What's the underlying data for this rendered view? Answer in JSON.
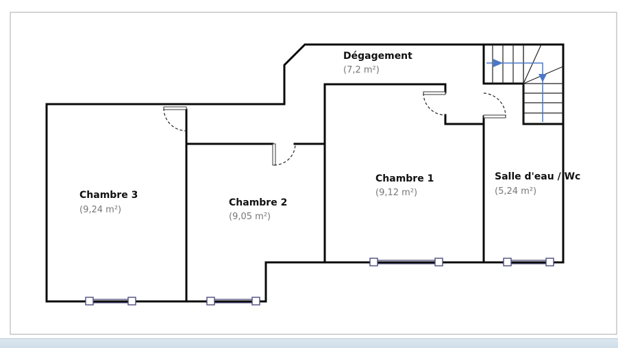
{
  "rooms": [
    {
      "id": "degagement",
      "name": "Dégagement",
      "area": "(7,2 m²)"
    },
    {
      "id": "chambre1",
      "name": "Chambre 1",
      "area": "(9,12 m²)"
    },
    {
      "id": "chambre2",
      "name": "Chambre 2",
      "area": "(9,05 m²)"
    },
    {
      "id": "chambre3",
      "name": "Chambre 3",
      "area": "(9,24 m²)"
    },
    {
      "id": "salle-eau",
      "name": "Salle d'eau / Wc",
      "area": "(5,24 m²)"
    }
  ],
  "colors": {
    "wall": "#0a0a0a",
    "window": "#4a4a7a",
    "stair_arrow": "#4a78c8",
    "area_text": "#777777"
  }
}
